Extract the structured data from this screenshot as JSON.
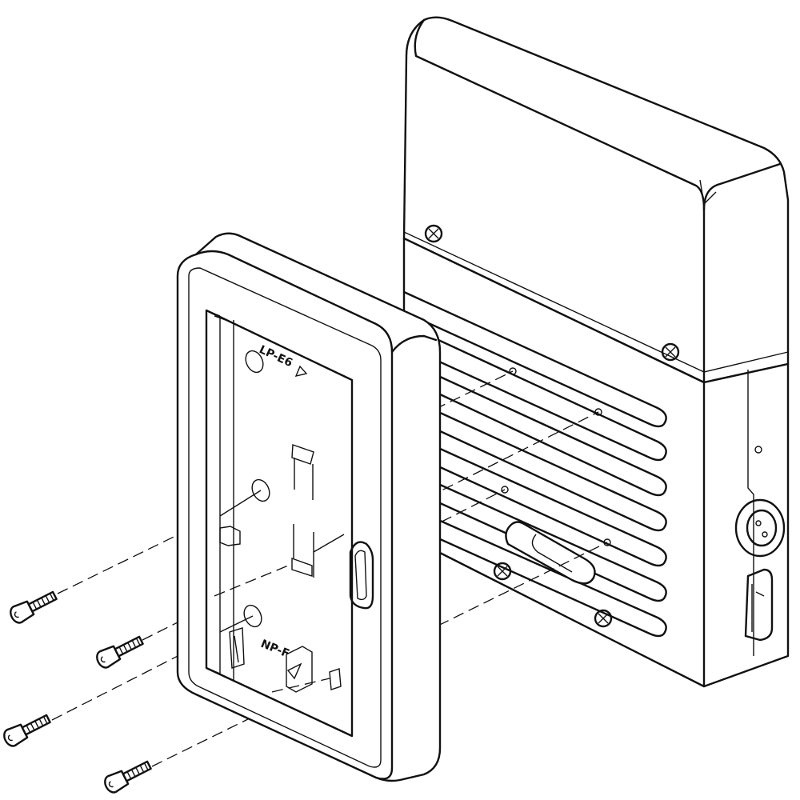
{
  "diagram": {
    "labels": {
      "battery_lp": "LP-E6",
      "battery_np": "NP-F"
    },
    "parts": [
      "back-housing",
      "battery-adapter-plate",
      "screws"
    ],
    "screw_count": 4,
    "line_color": "#111111"
  }
}
